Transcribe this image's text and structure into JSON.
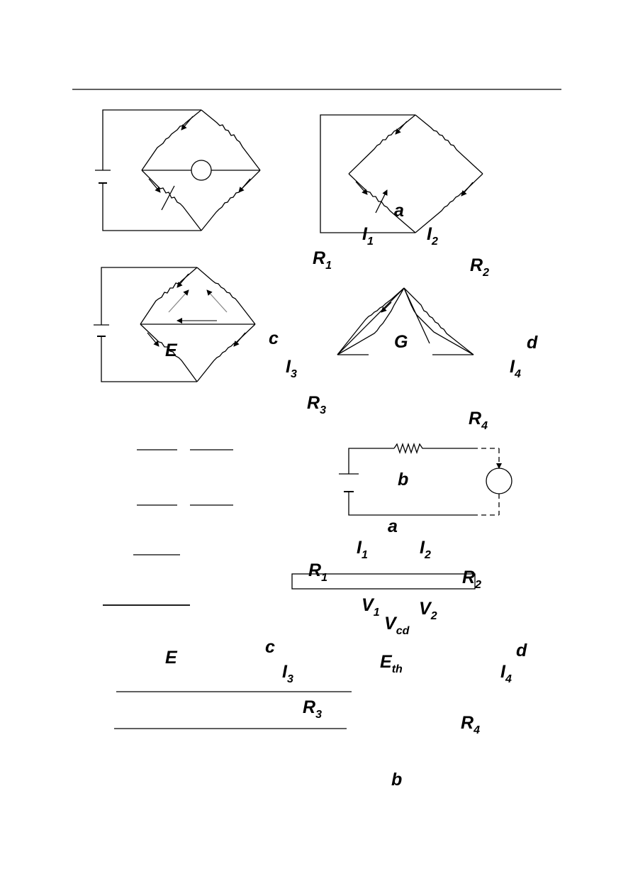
{
  "labels": {
    "a_1": "a",
    "I_1": "I",
    "I_1_sub": "1",
    "I_2": "I",
    "I_2_sub": "2",
    "R_1": "R",
    "R_1_sub": "1",
    "R_2": "R",
    "R_2_sub": "2",
    "c_1": "c",
    "G": "G",
    "d_1": "d",
    "E_1": "E",
    "I_3": "I",
    "I_3_sub": "3",
    "I_4": "I",
    "I_4_sub": "4",
    "R_3": "R",
    "R_3_sub": "3",
    "R_4": "R",
    "R_4_sub": "4",
    "b_1": "b",
    "a_2": "a",
    "I_1b": "I",
    "I_1b_sub": "1",
    "I_2b": "I",
    "I_2b_sub": "2",
    "R_1b": "R",
    "R_1b_sub": "1",
    "R_2b": "R",
    "R_2b_sub": "2",
    "V_1": "V",
    "V_1_sub": "1",
    "V_2": "V",
    "V_2_sub": "2",
    "V_cd": "V",
    "V_cd_sub": "cd",
    "c_2": "c",
    "d_2": "d",
    "E_2": "E",
    "E_th": "E",
    "E_th_sub": "th",
    "I_3b": "I",
    "I_3b_sub": "3",
    "I_4b": "I",
    "I_4b_sub": "4",
    "R_3b": "R",
    "R_3b_sub": "3",
    "R_4b": "R",
    "R_4b_sub": "4",
    "b_2": "b"
  },
  "colors": {
    "ink": "#000000",
    "paper": "#ffffff"
  }
}
